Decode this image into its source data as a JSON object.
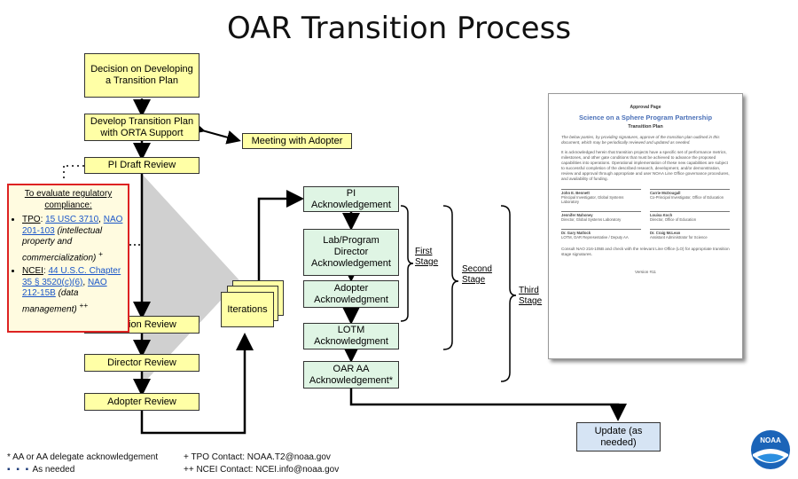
{
  "title": "OAR Transition Process",
  "flow": {
    "decision": "Decision on Developing a Transition Plan",
    "develop": "Develop Transition Plan with ORTA Support",
    "meeting": "Meeting with Adopter",
    "pi_draft": "PI Draft Review",
    "division": "Division Review",
    "director": "Director Review",
    "adopter_review": "Adopter Review",
    "iterations": "Iterations",
    "pi_ack": "PI Acknowledgement",
    "lab_ack": "Lab/Program Director Acknowledgement",
    "adopter_ack": "Adopter Acknowledgment",
    "lotm_ack": "LOTM Acknowledgment",
    "oar_ack": "OAR AA Acknowledgement*",
    "update": "Update (as needed)"
  },
  "stages": {
    "first": "First Stage",
    "second": "Second Stage",
    "third": "Third Stage"
  },
  "compliance": {
    "header": "To evaluate regulatory compliance:",
    "tpo_label": "TPO",
    "tpo_link1": "15 USC 3710",
    "tpo_link2": "NAO 201-103",
    "tpo_desc": "(intellectual property and commercialization)",
    "tpo_mark": "+",
    "ncei_label": "NCEI",
    "ncei_link1": "44 U.S.C. Chapter 35 § 3520(c)(6)",
    "ncei_link2": "NAO 212-15B",
    "ncei_desc": "(data management)",
    "ncei_mark": "++"
  },
  "document": {
    "approval": "Approval Page",
    "doc_title": "Science on a Sphere Program Partnership",
    "doc_subtitle": "Transition Plan",
    "para1": "The below parties, by providing signatures, approve of the transition plan outlined in this document, which may be periodically reviewed and updated as needed.",
    "para2": "It is acknowledged herein that transition projects have a specific set of performance metrics, milestones, and other gate conditions that must be achieved to advance the proposed capabilities into operations. Operational implementation of these new capabilities are subject to successful completion of the described research, development, and/or demonstration, review and approval through appropriate and user NOAA Line Office governance procedures, and availability of funding.",
    "signatories": [
      {
        "name": "John E. Bennett",
        "role": "Principal Investigator, Global Systems Laboratory"
      },
      {
        "name": "Carrie McDougall",
        "role": "Co-Principal Investigator, Office of Education"
      },
      {
        "name": "Jennifer Mahoney",
        "role": "Director, Global Systems Laboratory"
      },
      {
        "name": "Louisa Koch",
        "role": "Director, Office of Education"
      },
      {
        "name": "Dr. Gary Matlock",
        "role": "LOTM, OAR Representative / Deputy AA"
      },
      {
        "name": "Dr. Craig McLean",
        "role": "Assistant Administrator for Science"
      }
    ],
    "foot_note": "Consult NAO 216-105B and check with the relevant Line Office (LO) for appropriate transition stage signatures.",
    "version": "Version #11"
  },
  "footer": {
    "aa_note": "* AA or AA delegate acknowledgement",
    "as_needed": "As needed",
    "tpo_contact": "+ TPO Contact:  NOAA.T2@noaa.gov",
    "ncei_contact": "++ NCEI Contact: NCEI.info@noaa.gov"
  },
  "logo_text": "NOAA"
}
